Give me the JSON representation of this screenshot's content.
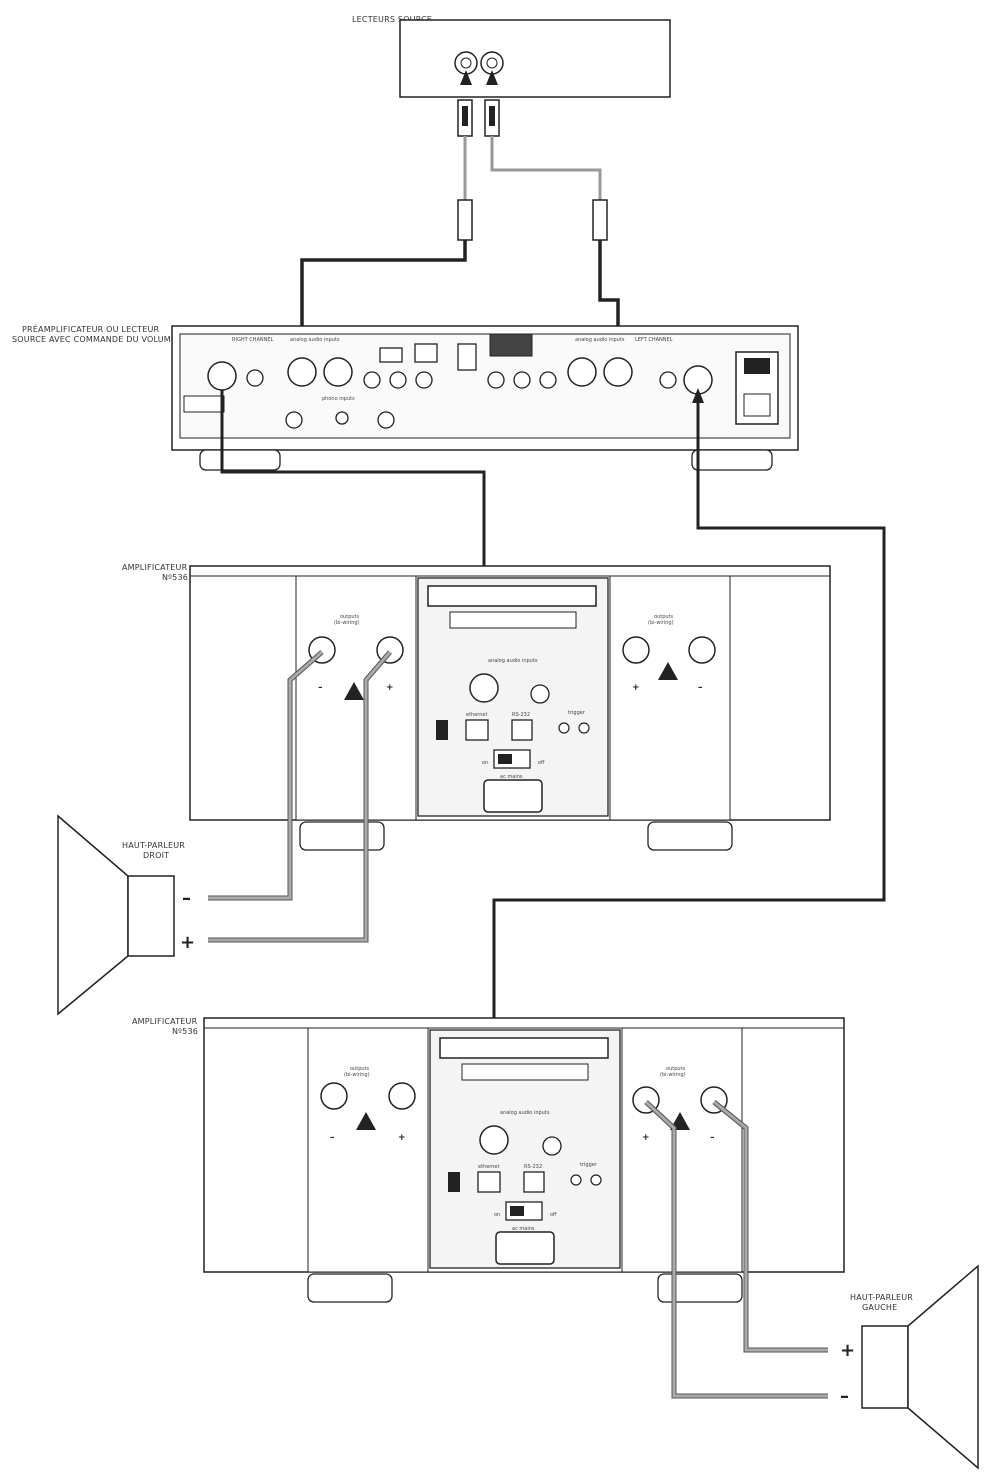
{
  "labels": {
    "source": "LECTEURS SOURCE",
    "preamp_line1": "PRÉAMPLIFICATEUR OU LECTEUR",
    "preamp_line2": "SOURCE AVEC COMMANDE DU VOLUME",
    "amp1_line1": "AMPLIFICATEUR",
    "amp1_line2": "Nº536",
    "amp2_line1": "AMPLIFICATEUR",
    "amp2_line2": "Nº536",
    "speaker_right_line1": "HAUT-PARLEUR",
    "speaker_right_line2": "DROIT",
    "speaker_left_line1": "HAUT-PARLEUR",
    "speaker_left_line2": "GAUCHE"
  },
  "preamp_panel": {
    "right_channel": "RIGHT CHANNEL",
    "left_channel": "LEFT CHANNEL",
    "analog_inputs": "analog audio inputs",
    "phono_inputs": "phono inputs"
  },
  "amp_panel": {
    "outputs": "outputs",
    "bi_wiring": "(bi-wiring)",
    "analog_input": "analog audio inputs",
    "ethernet": "ethernet",
    "rs232": "RS-232",
    "trigger": "trigger",
    "on": "on",
    "off": "off",
    "ac_mains": "ac mains"
  },
  "signs": {
    "plus": "+",
    "minus": "–"
  },
  "colors": {
    "line": "#222222",
    "cable": "#9a9a9a",
    "panel": "#f4f4f4"
  }
}
